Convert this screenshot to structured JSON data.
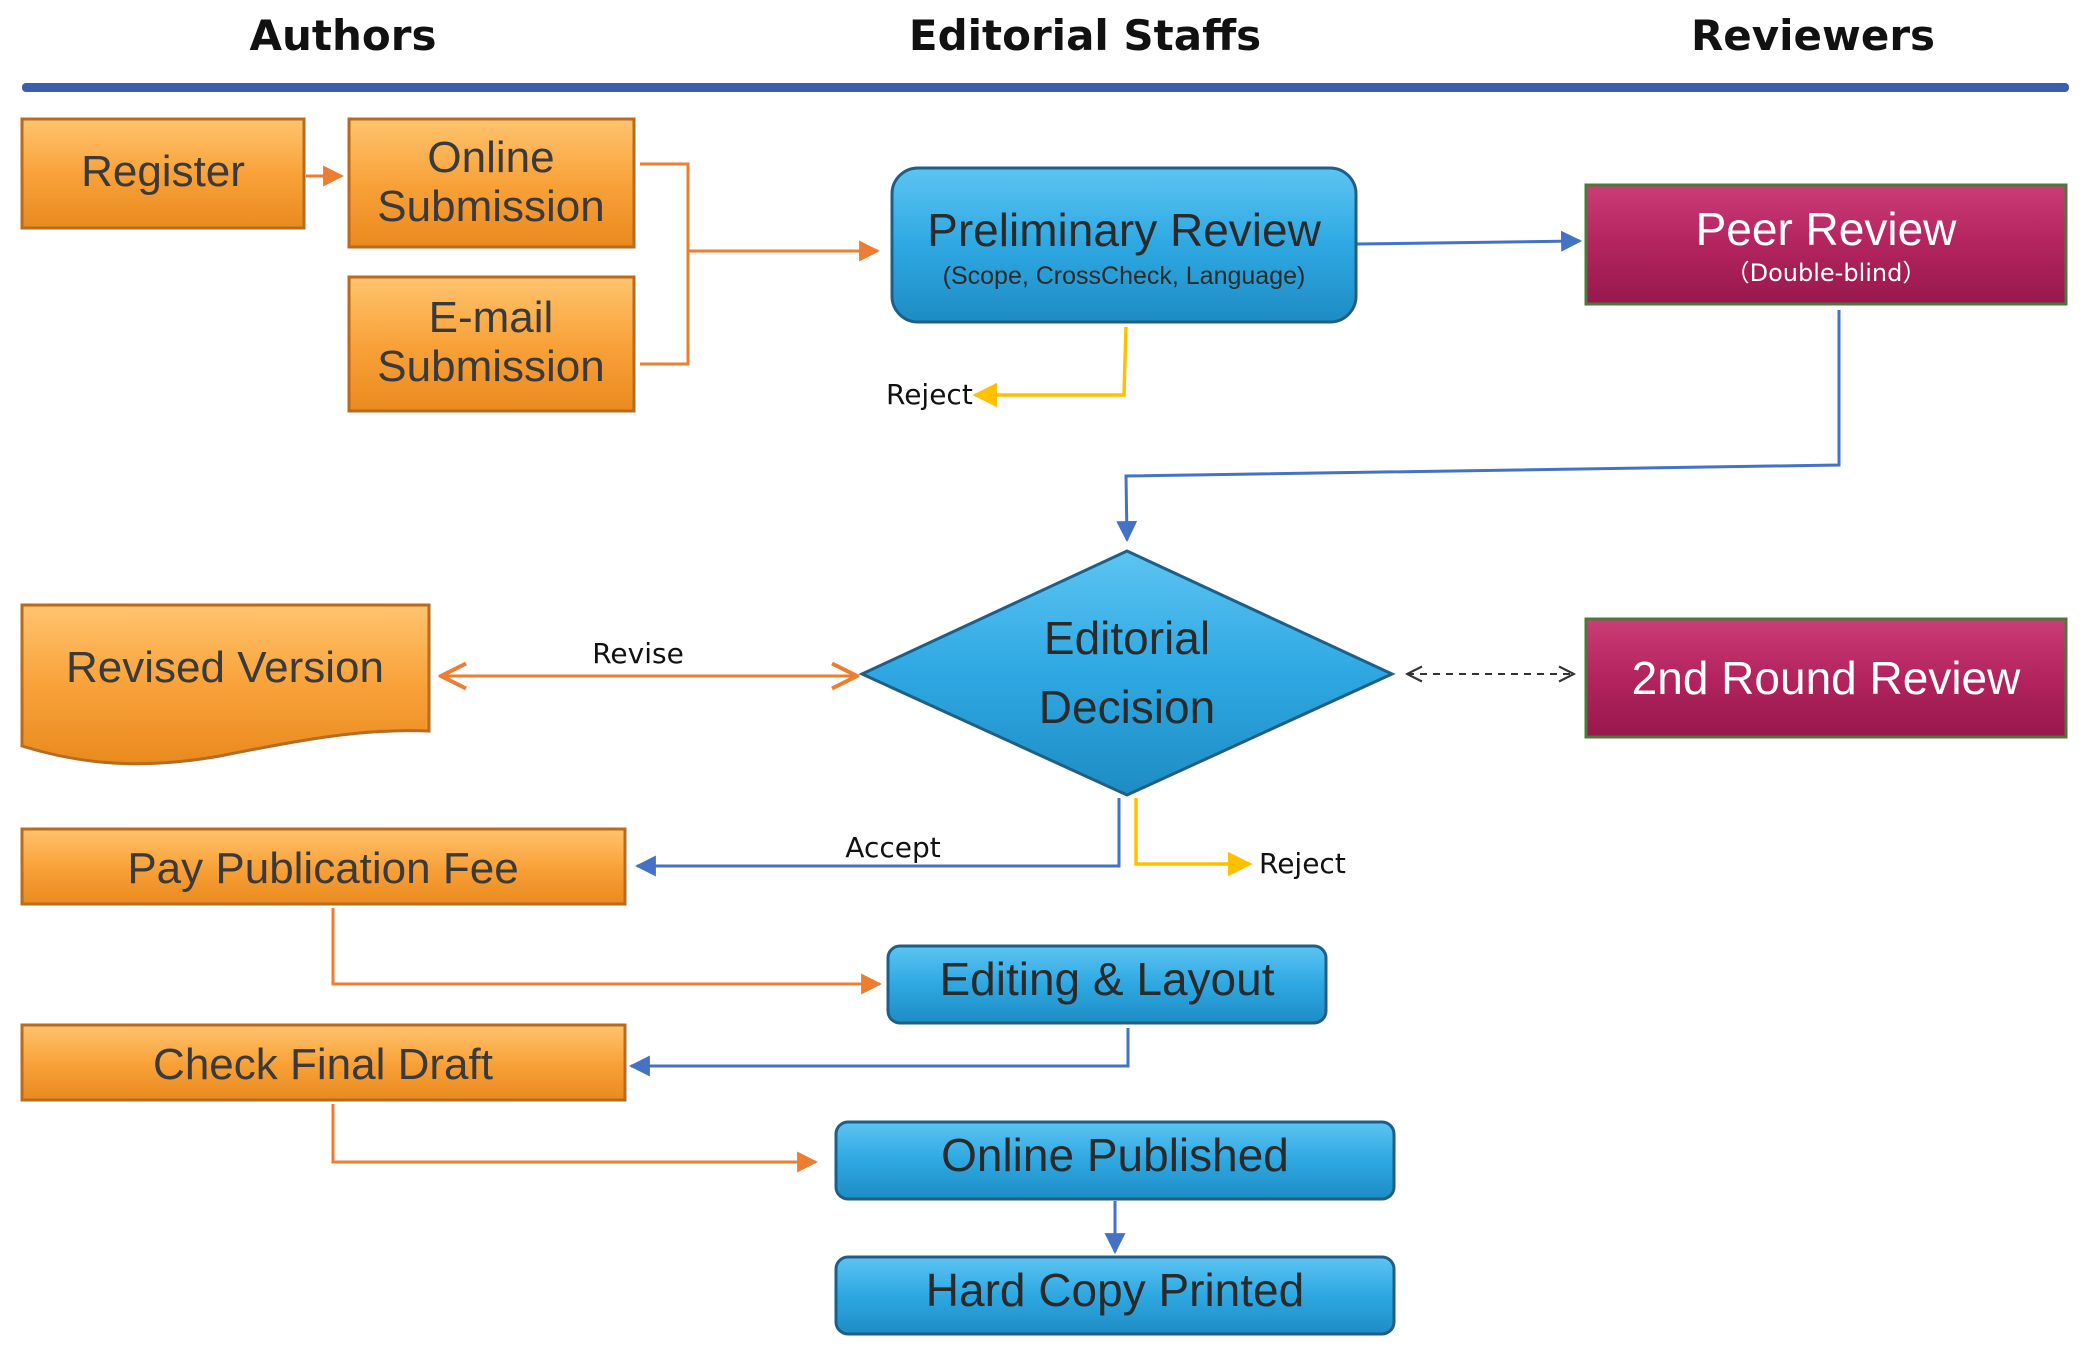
{
  "headers": {
    "authors": "Authors",
    "editorial": "Editorial Staffs",
    "reviewers": "Reviewers"
  },
  "nodes": {
    "register": "Register",
    "online_submission": [
      "Online",
      "Submission"
    ],
    "email_submission": [
      "E-mail",
      "Submission"
    ],
    "preliminary_review": {
      "title": "Preliminary Review",
      "subtitle": "(Scope, CrossCheck, Language)"
    },
    "peer_review": {
      "title": "Peer Review",
      "subtitle": "（Double-blind）"
    },
    "editorial_decision": [
      "Editorial",
      "Decision"
    ],
    "revised_version": "Revised Version",
    "second_round_review": "2nd Round Review",
    "pay_fee": "Pay Publication Fee",
    "editing_layout": "Editing & Layout",
    "check_final": "Check Final Draft",
    "online_published": "Online Published",
    "hard_copy": "Hard Copy Printed"
  },
  "edge_labels": {
    "reject_preliminary": "Reject",
    "revise": "Revise",
    "accept": "Accept",
    "reject_decision": "Reject"
  },
  "colors": {
    "orange": "#F9A23A",
    "orange_border": "#B86A1E",
    "blue": "#2EA8E2",
    "blue_border": "#1F5F86",
    "magenta": "#B3245F",
    "magenta_border": "#4A7A3A",
    "line_orange": "#ED7D31",
    "line_blue": "#4472C4",
    "line_yellow": "#FFC000",
    "header_bar": "#3A5FB0"
  }
}
